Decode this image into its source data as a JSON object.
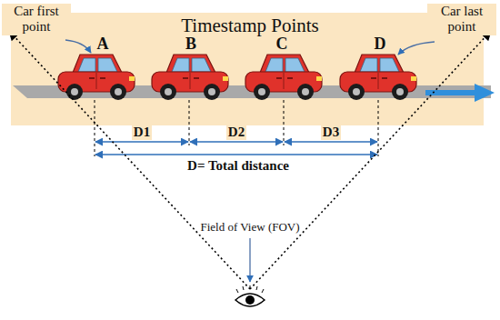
{
  "diagram": {
    "title": "Timestamp Points",
    "labels": [
      "Car first point",
      "Car last point",
      "A",
      "B",
      "C",
      "D",
      "D1",
      "D2",
      "D3",
      "D= Total distance",
      "Field of View (FOV)"
    ]
  }
}
